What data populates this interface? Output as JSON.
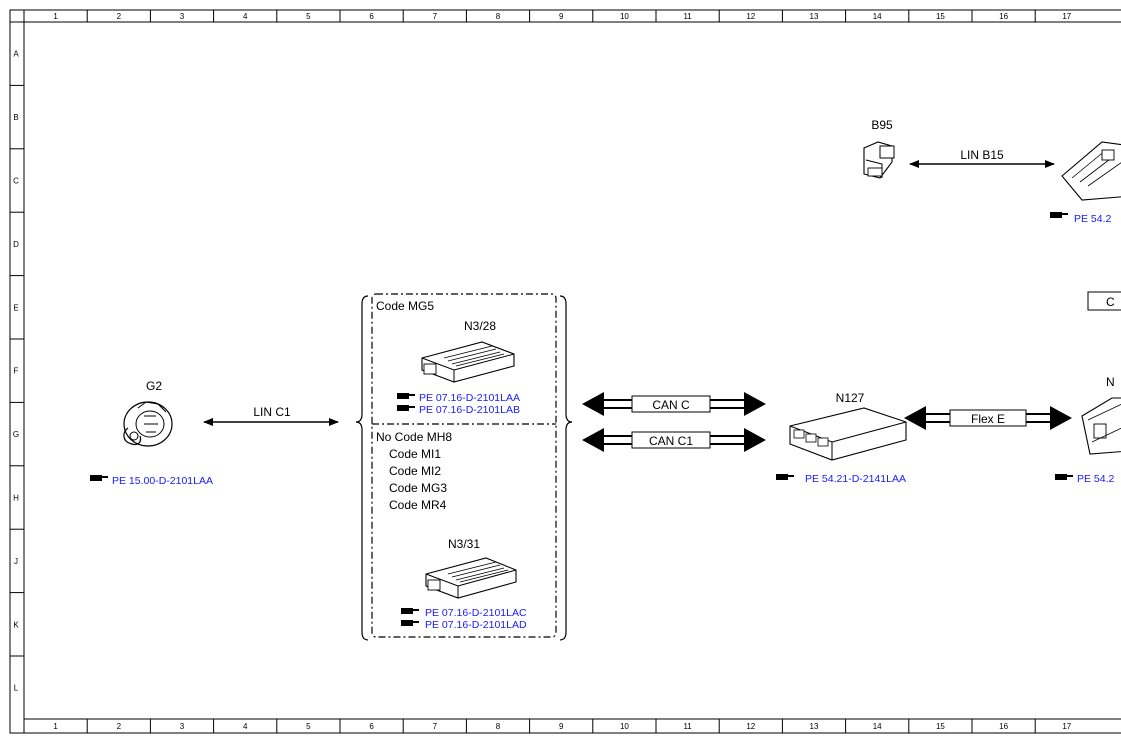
{
  "grid": {
    "columns": [
      "1",
      "2",
      "3",
      "4",
      "5",
      "6",
      "7",
      "8",
      "9",
      "10",
      "11",
      "12",
      "13",
      "14",
      "15",
      "16",
      "17"
    ],
    "rows": [
      "A",
      "B",
      "C",
      "D",
      "E",
      "F",
      "G",
      "H",
      "J",
      "K",
      "L"
    ]
  },
  "components": {
    "g2": {
      "label": "G2",
      "ref": "PE 15.00-D-2101LAA"
    },
    "b95": {
      "label": "B95"
    },
    "n3_28": {
      "label": "N3/28",
      "refs": [
        "PE 07.16-D-2101LAA",
        "PE 07.16-D-2101LAB"
      ]
    },
    "n3_31": {
      "label": "N3/31",
      "refs": [
        "PE 07.16-D-2101LAC",
        "PE 07.16-D-2101LAD"
      ]
    },
    "n127": {
      "label": "N127",
      "ref": "PE 54.21-D-2141LAA"
    },
    "right_top": {
      "ref": "PE 54.2"
    },
    "right_mid": {
      "label": "N",
      "ref": "PE 54.2"
    },
    "right_box": {
      "label": "C"
    }
  },
  "buses": {
    "lin_c1": "LIN C1",
    "lin_b15": "LIN B15",
    "can_c": "CAN C",
    "can_c1": "CAN C1",
    "flex_e": "Flex E"
  },
  "code_box": {
    "top_title": "Code MG5",
    "bottom_title": "No Code MH8",
    "bottom_codes": [
      "Code MI1",
      "Code MI2",
      "Code MG3",
      "Code MR4"
    ]
  },
  "colors": {
    "ref_text": "#1a1aff",
    "line": "#000000"
  }
}
